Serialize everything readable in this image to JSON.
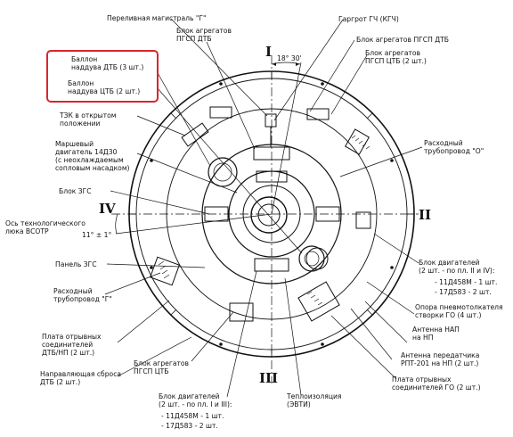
{
  "roman_numerals": {
    "top": "I",
    "right": "II",
    "bottom": "III",
    "left": "IV"
  },
  "angles": {
    "top": "18° 30'",
    "left": "11° ± 1°"
  },
  "colors": {
    "highlight": "#d9262b",
    "ink": "#111111"
  },
  "labels": {
    "perelivnaya": "Переливная магистраль \"Г\"",
    "blok_pgsp_dtb": "Блок агрегатов\nПГСП ДТБ",
    "gargrot": "Гаргрот ГЧ (КГЧ)",
    "blok_pgsp_dtb_r": "Блок агрегатов ПГСП ДТБ",
    "blok_pgsp_ctb_r": "Блок агрегатов\nПГСП ЦТБ (2 шт.)",
    "ballon_dtb": "Баллон\nнаддува ДТБ (3 шт.)",
    "ballon_ctb": "Баллон\nнаддува ЦТБ (2 шт.)",
    "tzk": "ТЗК в открытом\nположении",
    "marsh": "Маршевый\nдвигатель 14Д30\n(с неохлаждаемым\nсопловым насадком)",
    "rashod_o": "Расходный\nтрубопровод \"О\"",
    "blok_zgs": "Блок ЗГС",
    "os_tech": "Ось технологического\nлюка ВСОТР",
    "panel_zgs": "Панель ЗГС",
    "rashod_g": "Расходный\nтрубопровод \"Г\"",
    "plata_dtb": "Плата отрывных\nсоединителей\nДТБ/НП (2 шт.)",
    "napr": "Направляющая сброса\nДТБ (2 шт.)",
    "blok_pgsp_ctb_b": "Блок агрегатов\nПГСП ЦТБ",
    "blok_dv_b": "Блок двигателей\n(2 шт. - по пл. I и III):",
    "blok_dv_b_1": "- 11Д458М - 1 шт.",
    "blok_dv_b_2": "- 17Д583 - 2 шт.",
    "teplo": "Теплоизоляция\n(ЭВТИ)",
    "plata_go": "Плата отрывных\nсоединителей ГО (2 шт.)",
    "antenna_rpt": "Антенна передатчика\nРПТ-201 на НП (2 шт.)",
    "antenna_nap": "Антенна НАП\nна НП",
    "opora": "Опора пневмотолкателя\nстворки ГО (4 шт.)",
    "blok_dv_r": "Блок двигателей\n(2 шт. - по пл. II и IV):",
    "blok_dv_r_1": "- 11Д458М - 1 шт.",
    "blok_dv_r_2": "- 17Д583 - 2 шт."
  }
}
